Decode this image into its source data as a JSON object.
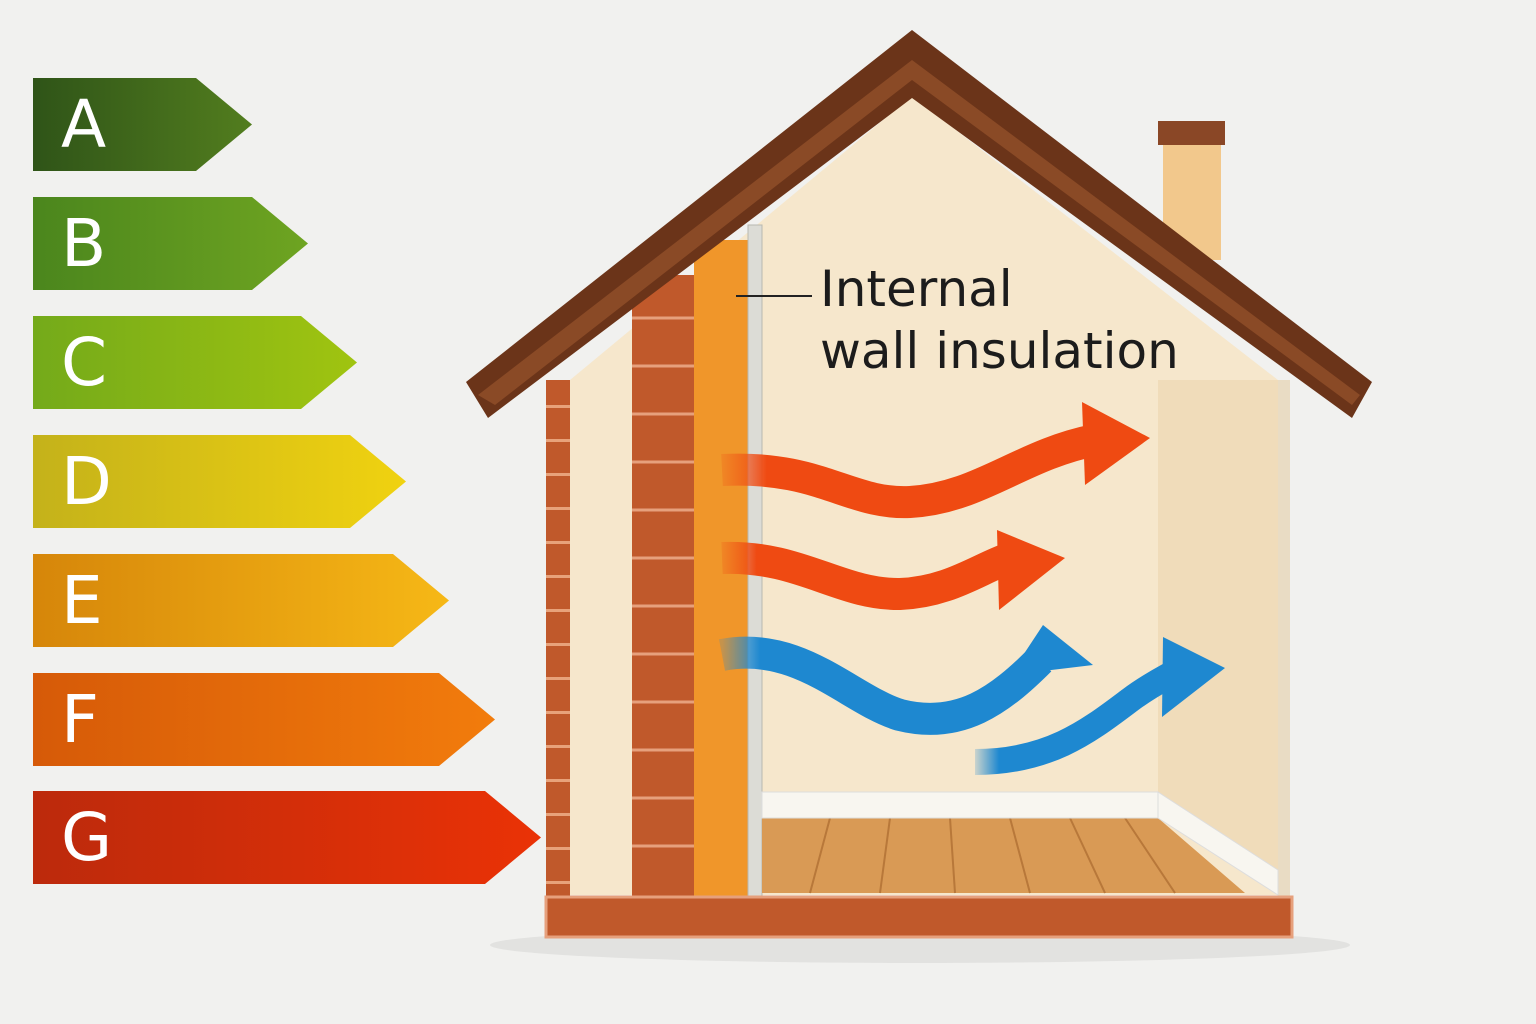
{
  "ratings": [
    {
      "label": "A",
      "color_start": "#2f5418",
      "color_end": "#527d1e"
    },
    {
      "label": "B",
      "color_start": "#4b861d",
      "color_end": "#6ea421"
    },
    {
      "label": "C",
      "color_start": "#74aa1a",
      "color_end": "#a0c410"
    },
    {
      "label": "D",
      "color_start": "#c4b21a",
      "color_end": "#f0d210"
    },
    {
      "label": "E",
      "color_start": "#d6860a",
      "color_end": "#f6b816"
    },
    {
      "label": "F",
      "color_start": "#d65a08",
      "color_end": "#f27c0c"
    },
    {
      "label": "G",
      "color_start": "#bc2a0c",
      "color_end": "#ea3206"
    }
  ],
  "annotation": {
    "line1": "Internal",
    "line2": "wall insulation"
  },
  "colors": {
    "roof": "#6b3419",
    "brick": "#c0592b",
    "insulation": "#f0962a",
    "wall": "#f6e7cc",
    "floor": "#d99a55",
    "heat_arrow": "#ef4a12",
    "cold_arrow": "#1e88d0"
  }
}
